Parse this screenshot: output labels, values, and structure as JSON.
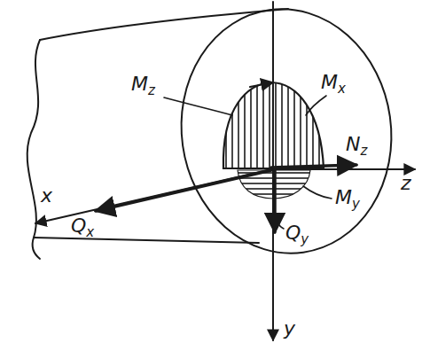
{
  "diagram": {
    "labels": [
      "Mz",
      "Mx",
      "Nz",
      "My",
      "Qx",
      "Qy",
      "x",
      "y",
      "z"
    ]
  }
}
